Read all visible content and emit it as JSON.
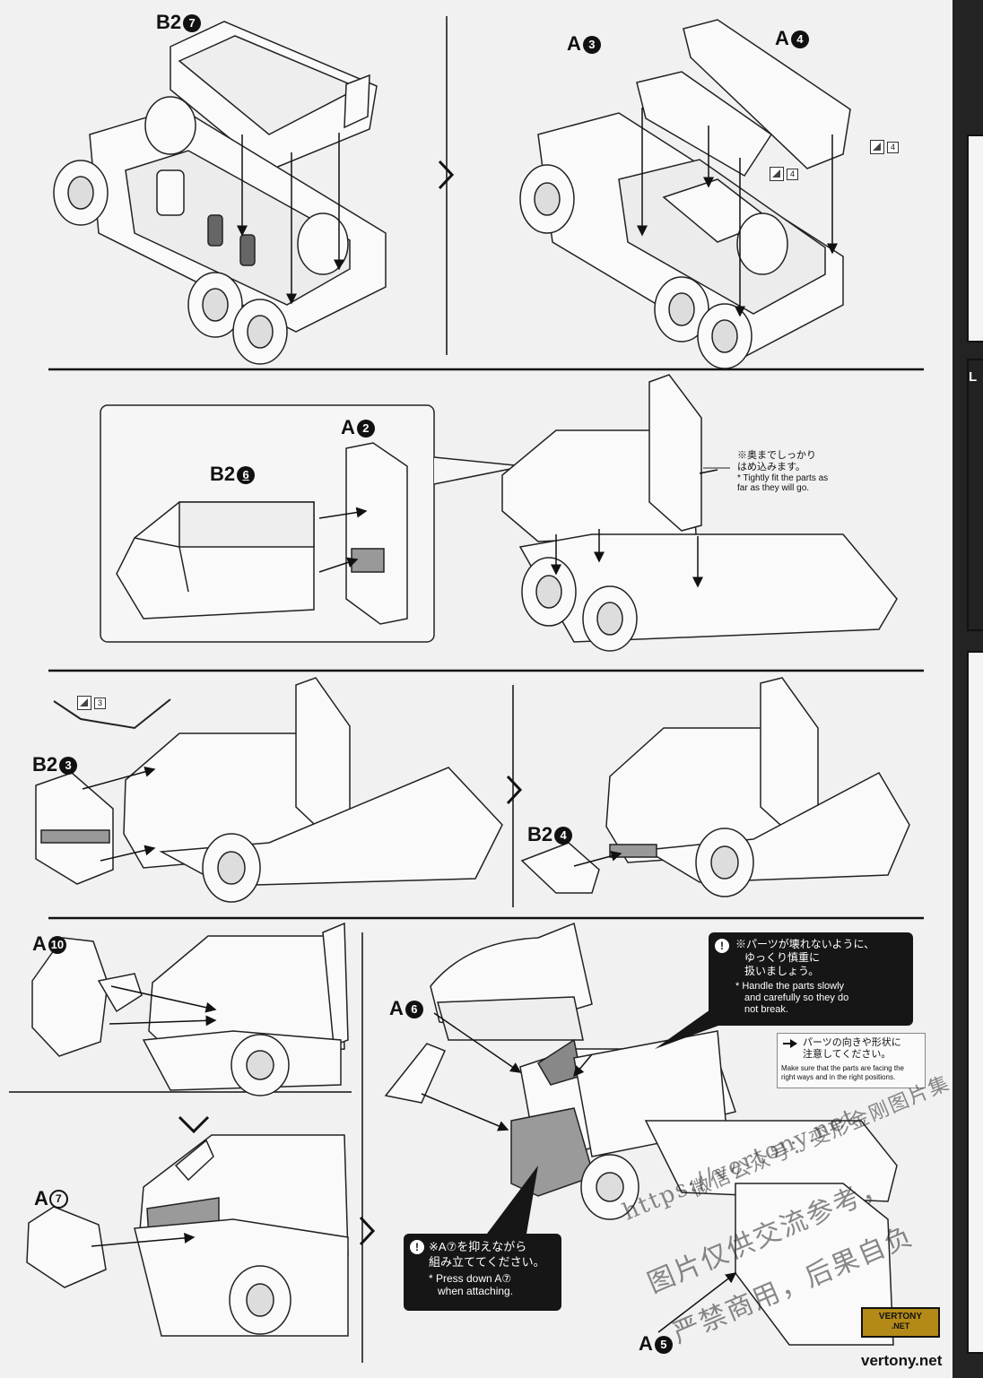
{
  "part_labels": {
    "b2_7": {
      "runner": "B2",
      "num": "7"
    },
    "a3": {
      "runner": "A",
      "num": "3"
    },
    "a4": {
      "runner": "A",
      "num": "4"
    },
    "a2": {
      "runner": "A",
      "num": "2"
    },
    "b2_6": {
      "runner": "B2",
      "num": "6"
    },
    "b2_3": {
      "runner": "B2",
      "num": "3"
    },
    "b2_4": {
      "runner": "B2",
      "num": "4"
    },
    "a10": {
      "runner": "A",
      "num": "10"
    },
    "a7": {
      "runner": "A",
      "num": "7"
    },
    "a6": {
      "runner": "A",
      "num": "6"
    },
    "a5": {
      "runner": "A",
      "num": "5"
    }
  },
  "sticker_counts": {
    "a3": "4",
    "a4": "4",
    "b2_3": "3"
  },
  "notes": {
    "fit": {
      "jp_line1": "※奥までしっかり",
      "jp_line2": "はめ込みます。",
      "en_line1": "* Tightly fit the parts as",
      "en_line2": "far as they will go."
    },
    "careful": {
      "mark": "!",
      "jp_line1": "※パーツが壊れないように、",
      "jp_line2": "ゆっくり慎重に",
      "jp_line3": "扱いましょう。",
      "en_line1": "* Handle the parts slowly",
      "en_line2": "and carefully so they do",
      "en_line3": "not break."
    },
    "direction": {
      "jp_line1": "パーツの向きや形状に",
      "jp_line2": "注意してください。",
      "en_line1": "Make sure that the parts are facing the",
      "en_line2": "right ways and in the right positions."
    },
    "press": {
      "mark": "!",
      "jp_line1": "※A⑦を抑えながら",
      "jp_line2": "組み立ててください。",
      "en_line1": "* Press down A⑦",
      "en_line2": "when attaching."
    }
  },
  "watermark": {
    "url": "https://vertony.net",
    "line1": "微信公众号：变形金刚图片集",
    "line2": "图片仅供交流参考，",
    "line3": "严禁商用，后果自负"
  },
  "logo": {
    "line1": "VERTONY",
    "line2": ".NET"
  },
  "site": "vertony.net",
  "edge_tab": "L"
}
